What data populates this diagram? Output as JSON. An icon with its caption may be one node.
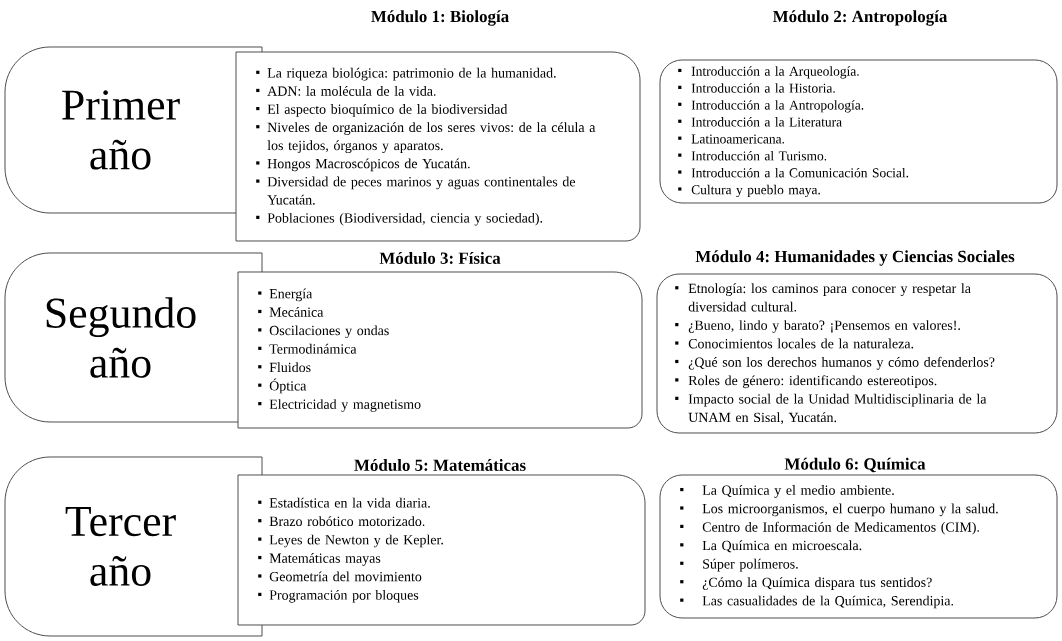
{
  "diagram": {
    "nodes": [
      {
        "text": [
          "Primer año"
        ]
      },
      {
        "text": [
          "Módulo 1: Biología",
          "La riqueza biológica: patrimonio de la humanidad.",
          "ADN: la molécula de la vida.",
          "El aspecto bioquímico de la biodiversidad",
          "Niveles de organización de los seres vivos: de la célula a los tejidos, órganos y aparatos.",
          "Hongos Macroscópicos de Yucatán.",
          "Diversidad de peces marinos y aguas continentales de Yucatán.",
          "Poblaciones (Biodiversidad, ciencia y sociedad)."
        ]
      },
      {
        "text": [
          "Módulo 2: Antropología",
          "Introducción a la Arqueología.",
          "Introducción a la Historia.",
          "Introducción a la Antropología.",
          "Introducción a la Literatura",
          "Latinoamericana.",
          "Introducción al Turismo.",
          "Introducción a la Comunicación Social.",
          "Cultura y pueblo maya."
        ]
      },
      {
        "text": [
          "Segundo año"
        ]
      },
      {
        "text": [
          "Módulo 3: Física",
          "Energía",
          "Mecánica",
          "Oscilaciones y ondas",
          "Termodinámica",
          "Fluidos",
          "Óptica",
          "Electricidad y magnetismo"
        ]
      },
      {
        "text": [
          "Módulo 4: Humanidades y Ciencias Sociales",
          "Etnología: los caminos para conocer y respetar la diversidad cultural.",
          "¿Bueno, lindo y barato? ¡Pensemos en valores!.",
          "Conocimientos locales de la naturaleza.",
          "¿Qué son los derechos humanos y cómo defenderlos?",
          "Roles de género: identificando estereotipos.",
          "Impacto social de la Unidad Multidisciplinaria de la UNAM en Sisal, Yucatán."
        ]
      },
      {
        "text": [
          "Tercer año"
        ]
      },
      {
        "text": [
          "Módulo 5: Matemáticas",
          "Estadística en la vida diaria.",
          "Brazo robótico motorizado.",
          "Leyes de Newton y de Kepler.",
          "Matemáticas mayas",
          "Geometría del movimiento",
          "Programación por bloques"
        ]
      },
      {
        "text": [
          "Módulo 6: Química",
          "La Química y el medio ambiente.",
          "Los microorganismos, el cuerpo humano y la salud.",
          "Centro de Información de Medicamentos (CIM).",
          "La Química en microescala.",
          "Súper polímeros.",
          "¿Cómo la Química dispara tus sentidos?",
          "Las casualidades de la Química, Serendipia."
        ]
      }
    ]
  }
}
